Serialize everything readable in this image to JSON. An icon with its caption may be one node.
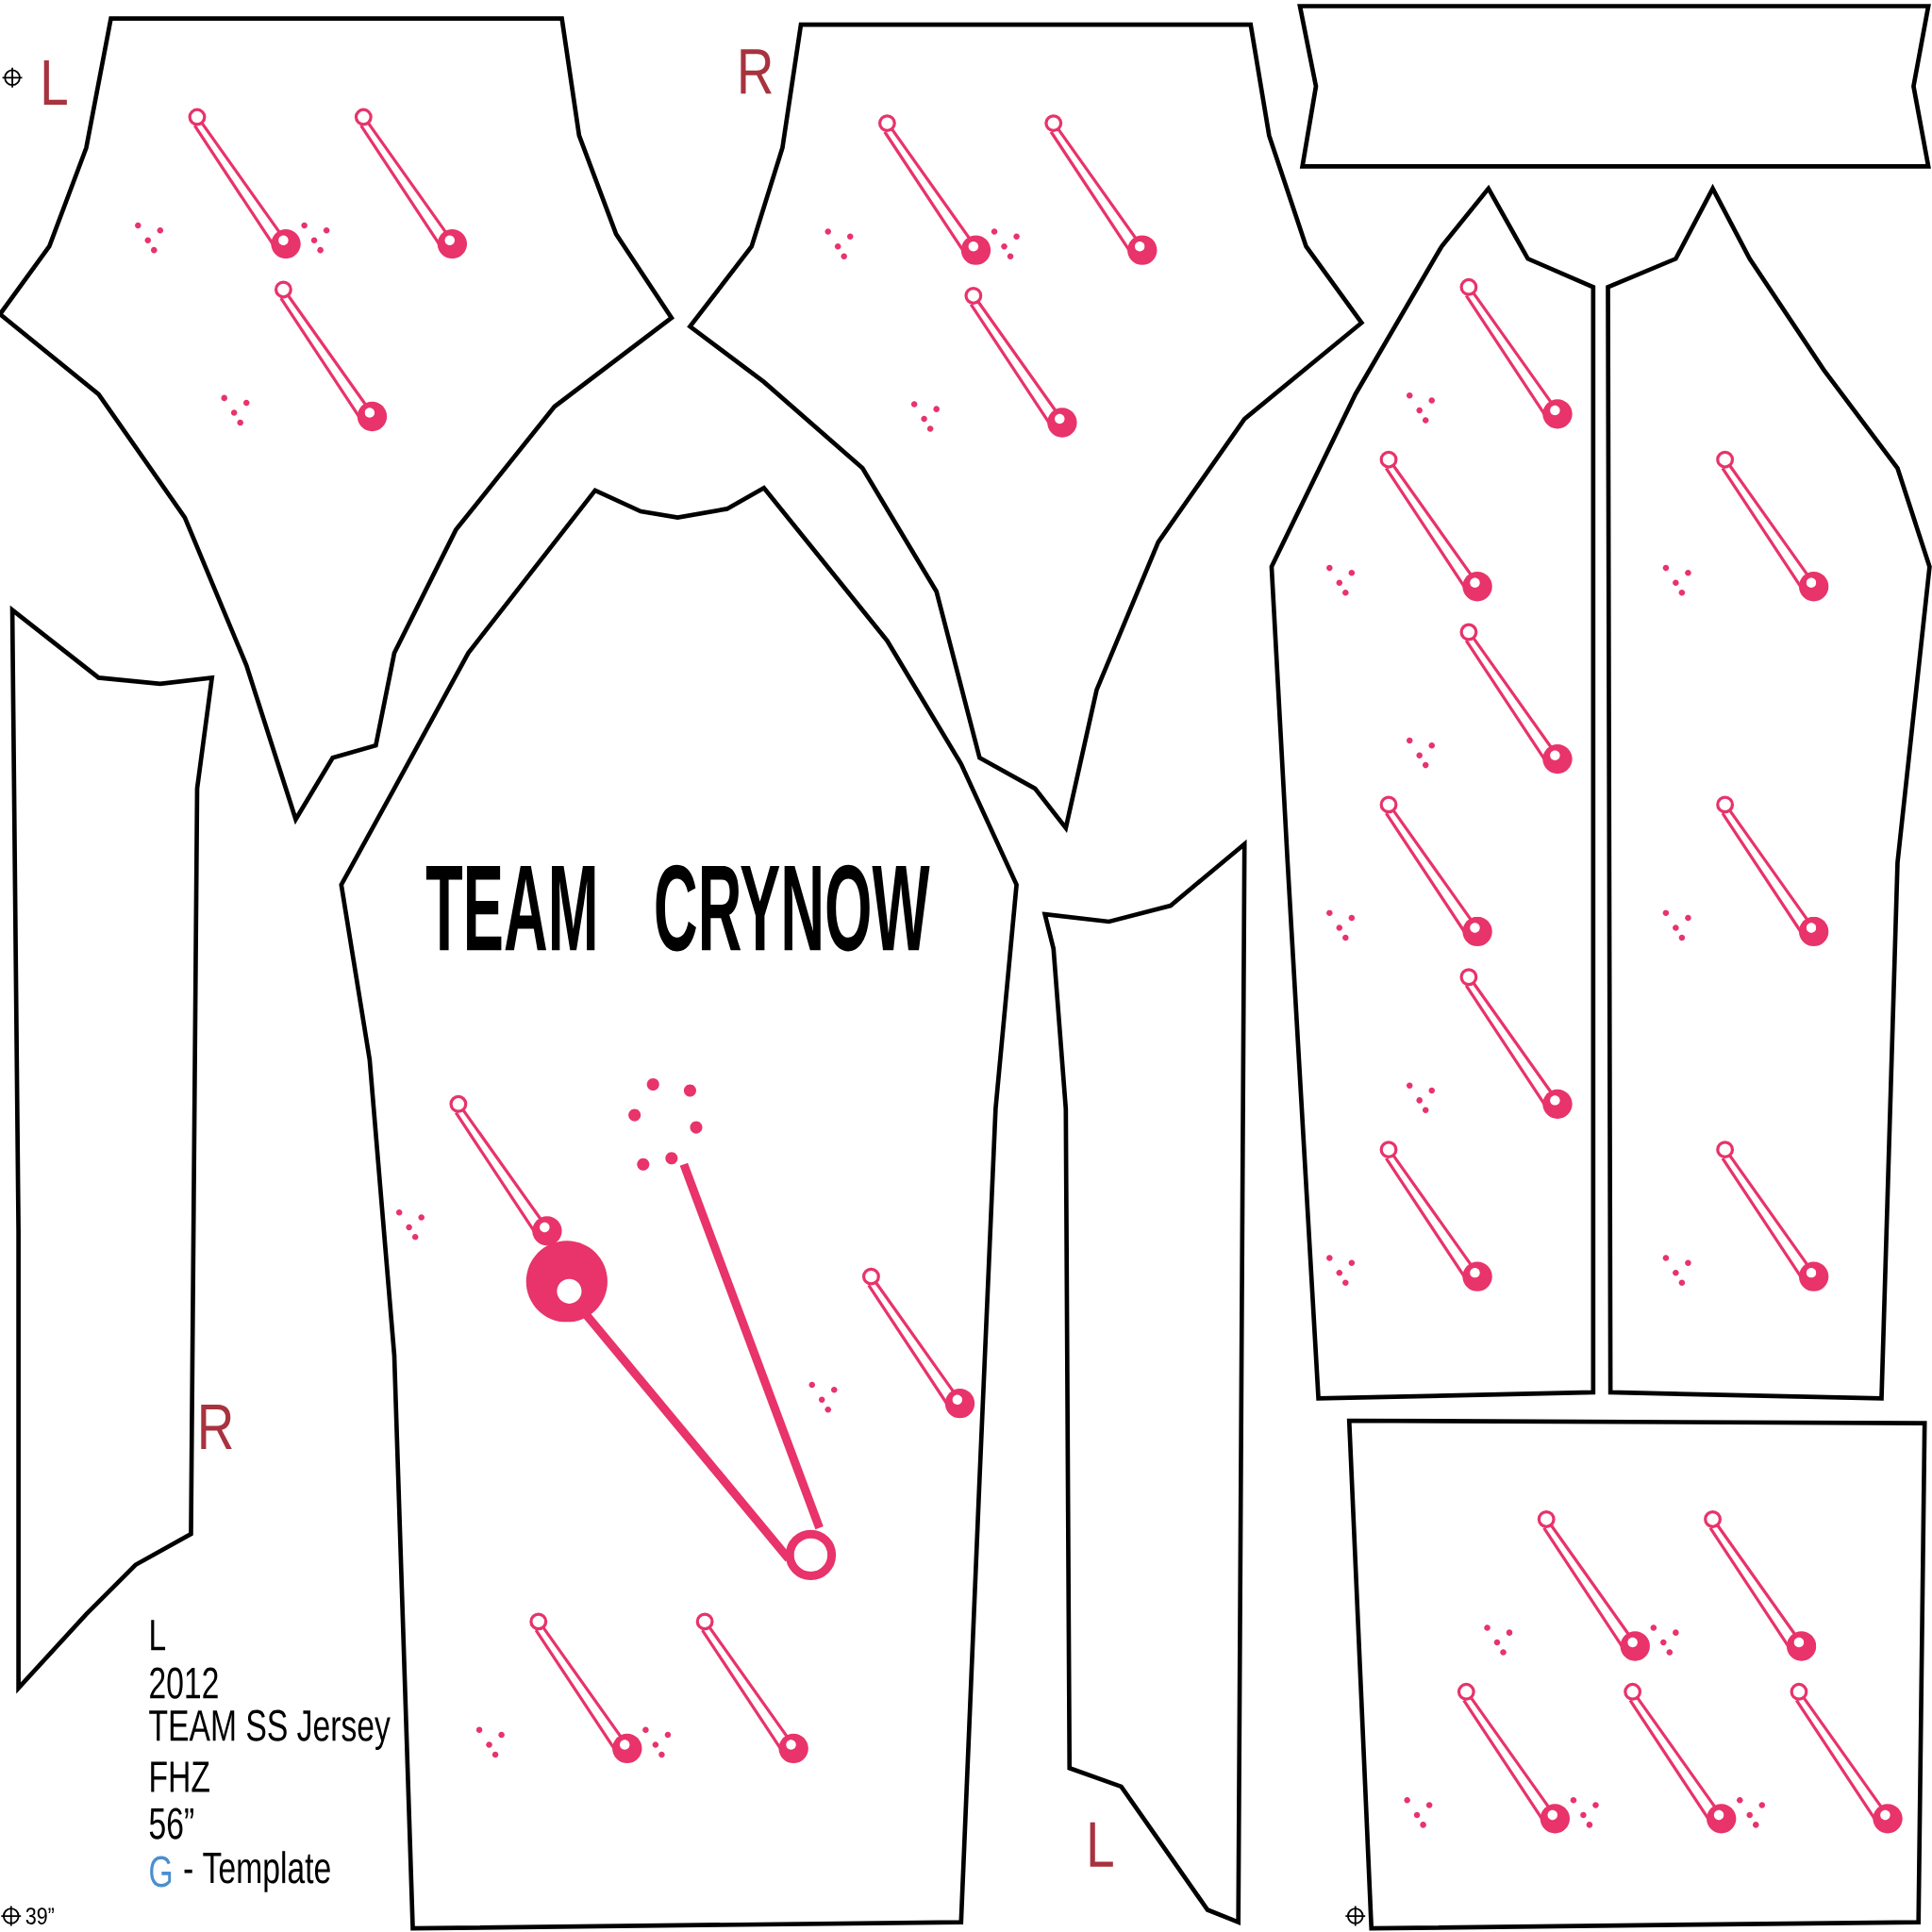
{
  "diagram": {
    "nodes": [
      {
        "text": [],
        "shape": "panel",
        "beside": [
          "L"
        ]
      },
      {
        "text": [],
        "shape": "panel",
        "beside": [
          "R"
        ]
      },
      {
        "text": [],
        "shape": "panel"
      },
      {
        "text": [
          "TEAM CRYNOW"
        ]
      },
      {
        "text": [],
        "shape": "panel",
        "beside": [
          "R"
        ]
      },
      {
        "text": [],
        "shape": "panel",
        "beside": [
          "L"
        ]
      },
      {
        "text": [],
        "shape": "panel"
      },
      {
        "text": [],
        "shape": "panel"
      },
      {
        "text": [],
        "shape": "panel"
      }
    ],
    "labels": [
      "L",
      "2012",
      "TEAM SS Jersey",
      "FHZ",
      "56”",
      "G",
      "- Template",
      "39”"
    ]
  }
}
